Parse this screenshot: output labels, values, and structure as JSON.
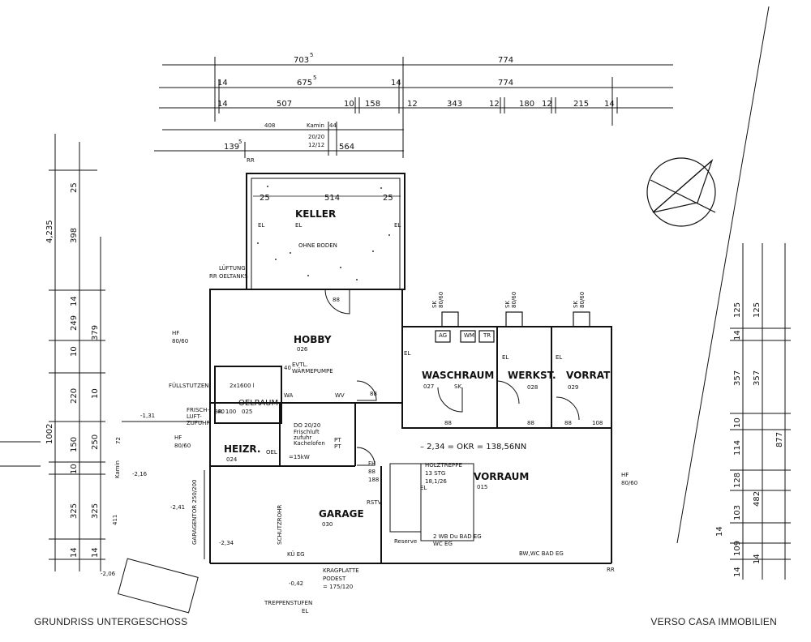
{
  "rooms": {
    "keller": {
      "name": "KELLER",
      "el": "EL",
      "note": "OHNE BODEN"
    },
    "hobby": {
      "name": "HOBBY",
      "num": "026"
    },
    "waschraum": {
      "name": "WASCHRAUM",
      "num": "027",
      "sk": "SK"
    },
    "werkst": {
      "name": "WERKST.",
      "num": "028"
    },
    "vorrat": {
      "name": "VORRAT",
      "num": "029"
    },
    "oelraum": {
      "name": "OELRAUM",
      "num": "025",
      "tank": "2x1600 l"
    },
    "heizr": {
      "name": "HEIZR.",
      "num": "024"
    },
    "garage": {
      "name": "GARAGE",
      "num": "030"
    },
    "vorraum": {
      "name": "VORRAUM",
      "num": "015"
    }
  },
  "level_note": "– 2,34 = OKR   = 138,56NN",
  "labels": {
    "lueftung1": "LÜFTUNG",
    "lueftung2": "OELTANKS",
    "fuellstutzen": "FÜLLSTUTZEN",
    "frischluft": "FRISCH-",
    "frischluft2": "LUFT-",
    "frischluft3": "ZUFUHR",
    "hf": "HF",
    "hf_size": "80/60",
    "evtl": "EVTL.",
    "waermepumpe": "WÄRMEPUMPE",
    "holztreppe": "HOLZTREPPE",
    "holztreppe2": "13 STG",
    "holztreppe3": "18,1/26",
    "kragplatte": "KRAGPLATTE",
    "podest": "PODEST",
    "podest_size": "= 175/120",
    "treppenstufen": "TREPPENSTUFEN",
    "reserve": "Reserve",
    "wb": "2 WB Du BAD EG",
    "wc": "WC EG",
    "bwwc": "BW,WC BAD EG",
    "garagentor": "GARAGENTOR 250/200",
    "kamin": "Kamin",
    "do": "DO 20/20",
    "frischluft_k": "Frischluft",
    "zufuhr_k": "zufuhr",
    "kachelofen": "Kachelofen",
    "oel": "OEL",
    "kw": "=15kW",
    "pt": "PT",
    "wa": "WA",
    "wv": "WV",
    "br": "BR. 100",
    "ag": "AG",
    "wm": "WM",
    "tr": "TR",
    "sk": "SK",
    "sk_size": "80/60",
    "rstv": "RSTV",
    "kueg": "KÜ EG",
    "schutz": "SCHUTZROHR",
    "el": "EL",
    "fh": "FH",
    "fh_size": "88",
    "fh_size2": "188",
    "lvl_131": "-1,31",
    "lvl_216": "-2,16",
    "lvl_241": "-2,41",
    "lvl_234": "-2,34",
    "lvl_206": "-2,06",
    "lvl_042": "-0,42",
    "rr": "RR"
  },
  "dims_top": {
    "r1a": "703",
    "r1a_sup": "5",
    "r1b": "774",
    "r2a": "14",
    "r2b": "675",
    "r2b_sup": "5",
    "r2c": "14",
    "r2d": "774",
    "r3": [
      "14",
      "507",
      "10",
      "158",
      "12",
      "343",
      "12",
      "180",
      "12",
      "215",
      "14"
    ],
    "r4a": "408",
    "r4b": "Kamin",
    "r4c": "44",
    "r4d": "20/20",
    "r4e": "12/12",
    "r5a": "139",
    "r5a_sup": "5",
    "r5b": "564",
    "k1": "25",
    "k2": "514",
    "k3": "25"
  },
  "dims_left": [
    "4,235",
    "398",
    "25",
    "14",
    "249",
    "379",
    "10",
    "220",
    "10",
    "1002",
    "150",
    "250",
    "10",
    "325",
    "325",
    "411",
    "14",
    "14",
    "72"
  ],
  "dims_right": [
    "125",
    "125",
    "14",
    "357",
    "357",
    "10",
    "114",
    "877",
    "128",
    "482",
    "103",
    "14",
    "109",
    "14",
    "14"
  ],
  "door_sizes": {
    "d88": "88",
    "d108": "108",
    "d40": "40"
  },
  "captions": {
    "left": "GRUNDRISS UNTERGESCHOSS",
    "right": "VERSO CASA IMMOBILIEN"
  }
}
